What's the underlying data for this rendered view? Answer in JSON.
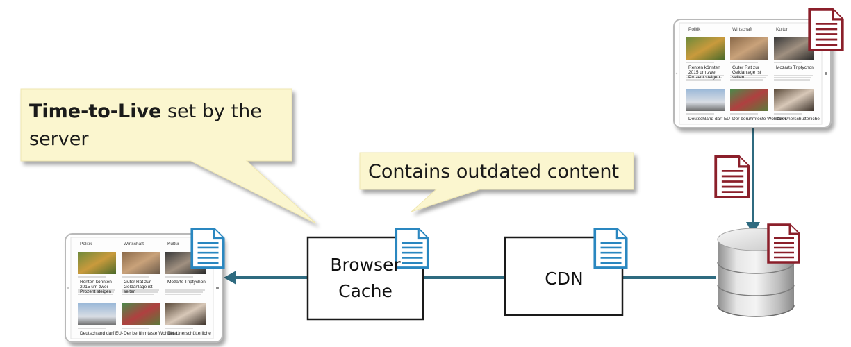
{
  "callouts": {
    "ttl_bold": "Time-to-Live",
    "ttl_rest_1": " set by the",
    "ttl_rest_2": "server",
    "outdated": "Contains outdated content"
  },
  "nodes": {
    "browser_cache_line1": "Browser",
    "browser_cache_line2": "Cache",
    "cdn": "CDN"
  },
  "tablets": {
    "categories": [
      "Politik",
      "Wirtschaft",
      "Kultur"
    ],
    "headlines": [
      "Renten könnten 2015 um zwei Prozent steigen",
      "Guter Rat zur Geldanlage ist selten",
      "Mozarts Triptychon",
      "Deutschland darf EU-",
      "Der berühmteste Wohltäter",
      "Der Unerschütterliche"
    ]
  },
  "colors": {
    "callout_fill": "#fbf6cf",
    "callout_shadow": "#c9c9c9",
    "arrow": "#2f6b80",
    "fresh_doc": "#2a87c0",
    "stale_doc": "#8b1f2a",
    "box_border": "#1a1a1a",
    "db_body": "#d8d8d8",
    "db_dark": "#9a9a9a"
  },
  "icons": {
    "fresh_document": "document-icon-blue",
    "stale_document": "document-icon-red",
    "database": "database-icon",
    "tablet": "tablet-device"
  }
}
